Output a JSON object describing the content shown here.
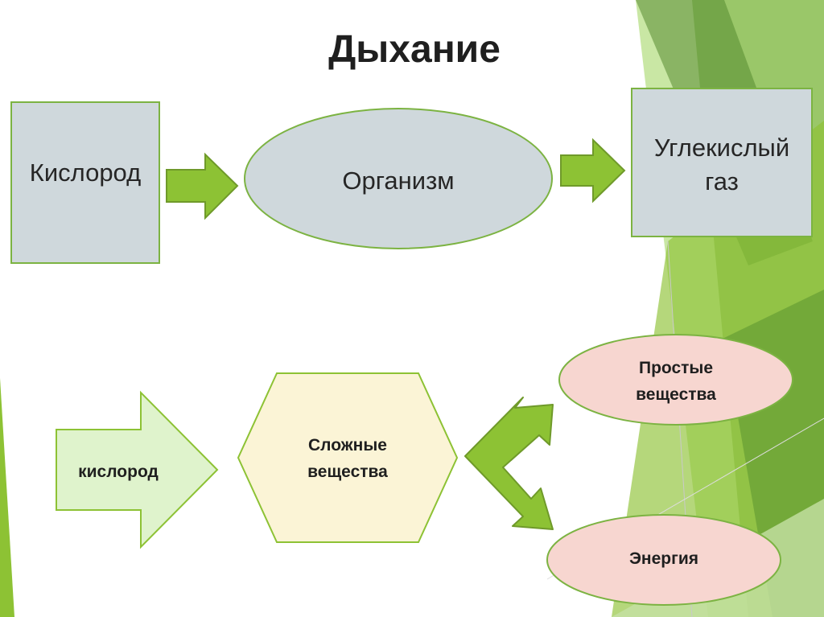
{
  "slide": {
    "title": "Дыхание",
    "top_row": {
      "input_label": "Кислород",
      "center_label": "Организм",
      "output_label": "Углекислый\nгаз"
    },
    "bottom_row": {
      "input_label": "кислород",
      "center_label": "Сложные\nвещества",
      "output_1_label": "Простые\nвещества",
      "output_2_label": "Энергия"
    }
  },
  "colors": {
    "accent_green": "#8dc234",
    "arrow_stroke": "#6f9a2a",
    "box_fill": "#cfd8dc",
    "ellipse_fill": "#cfd8dc",
    "light_green_arrow": "#dff3cc",
    "hexagon_fill": "#fbf4d6",
    "pink_ellipse": "#f7d6d0"
  }
}
